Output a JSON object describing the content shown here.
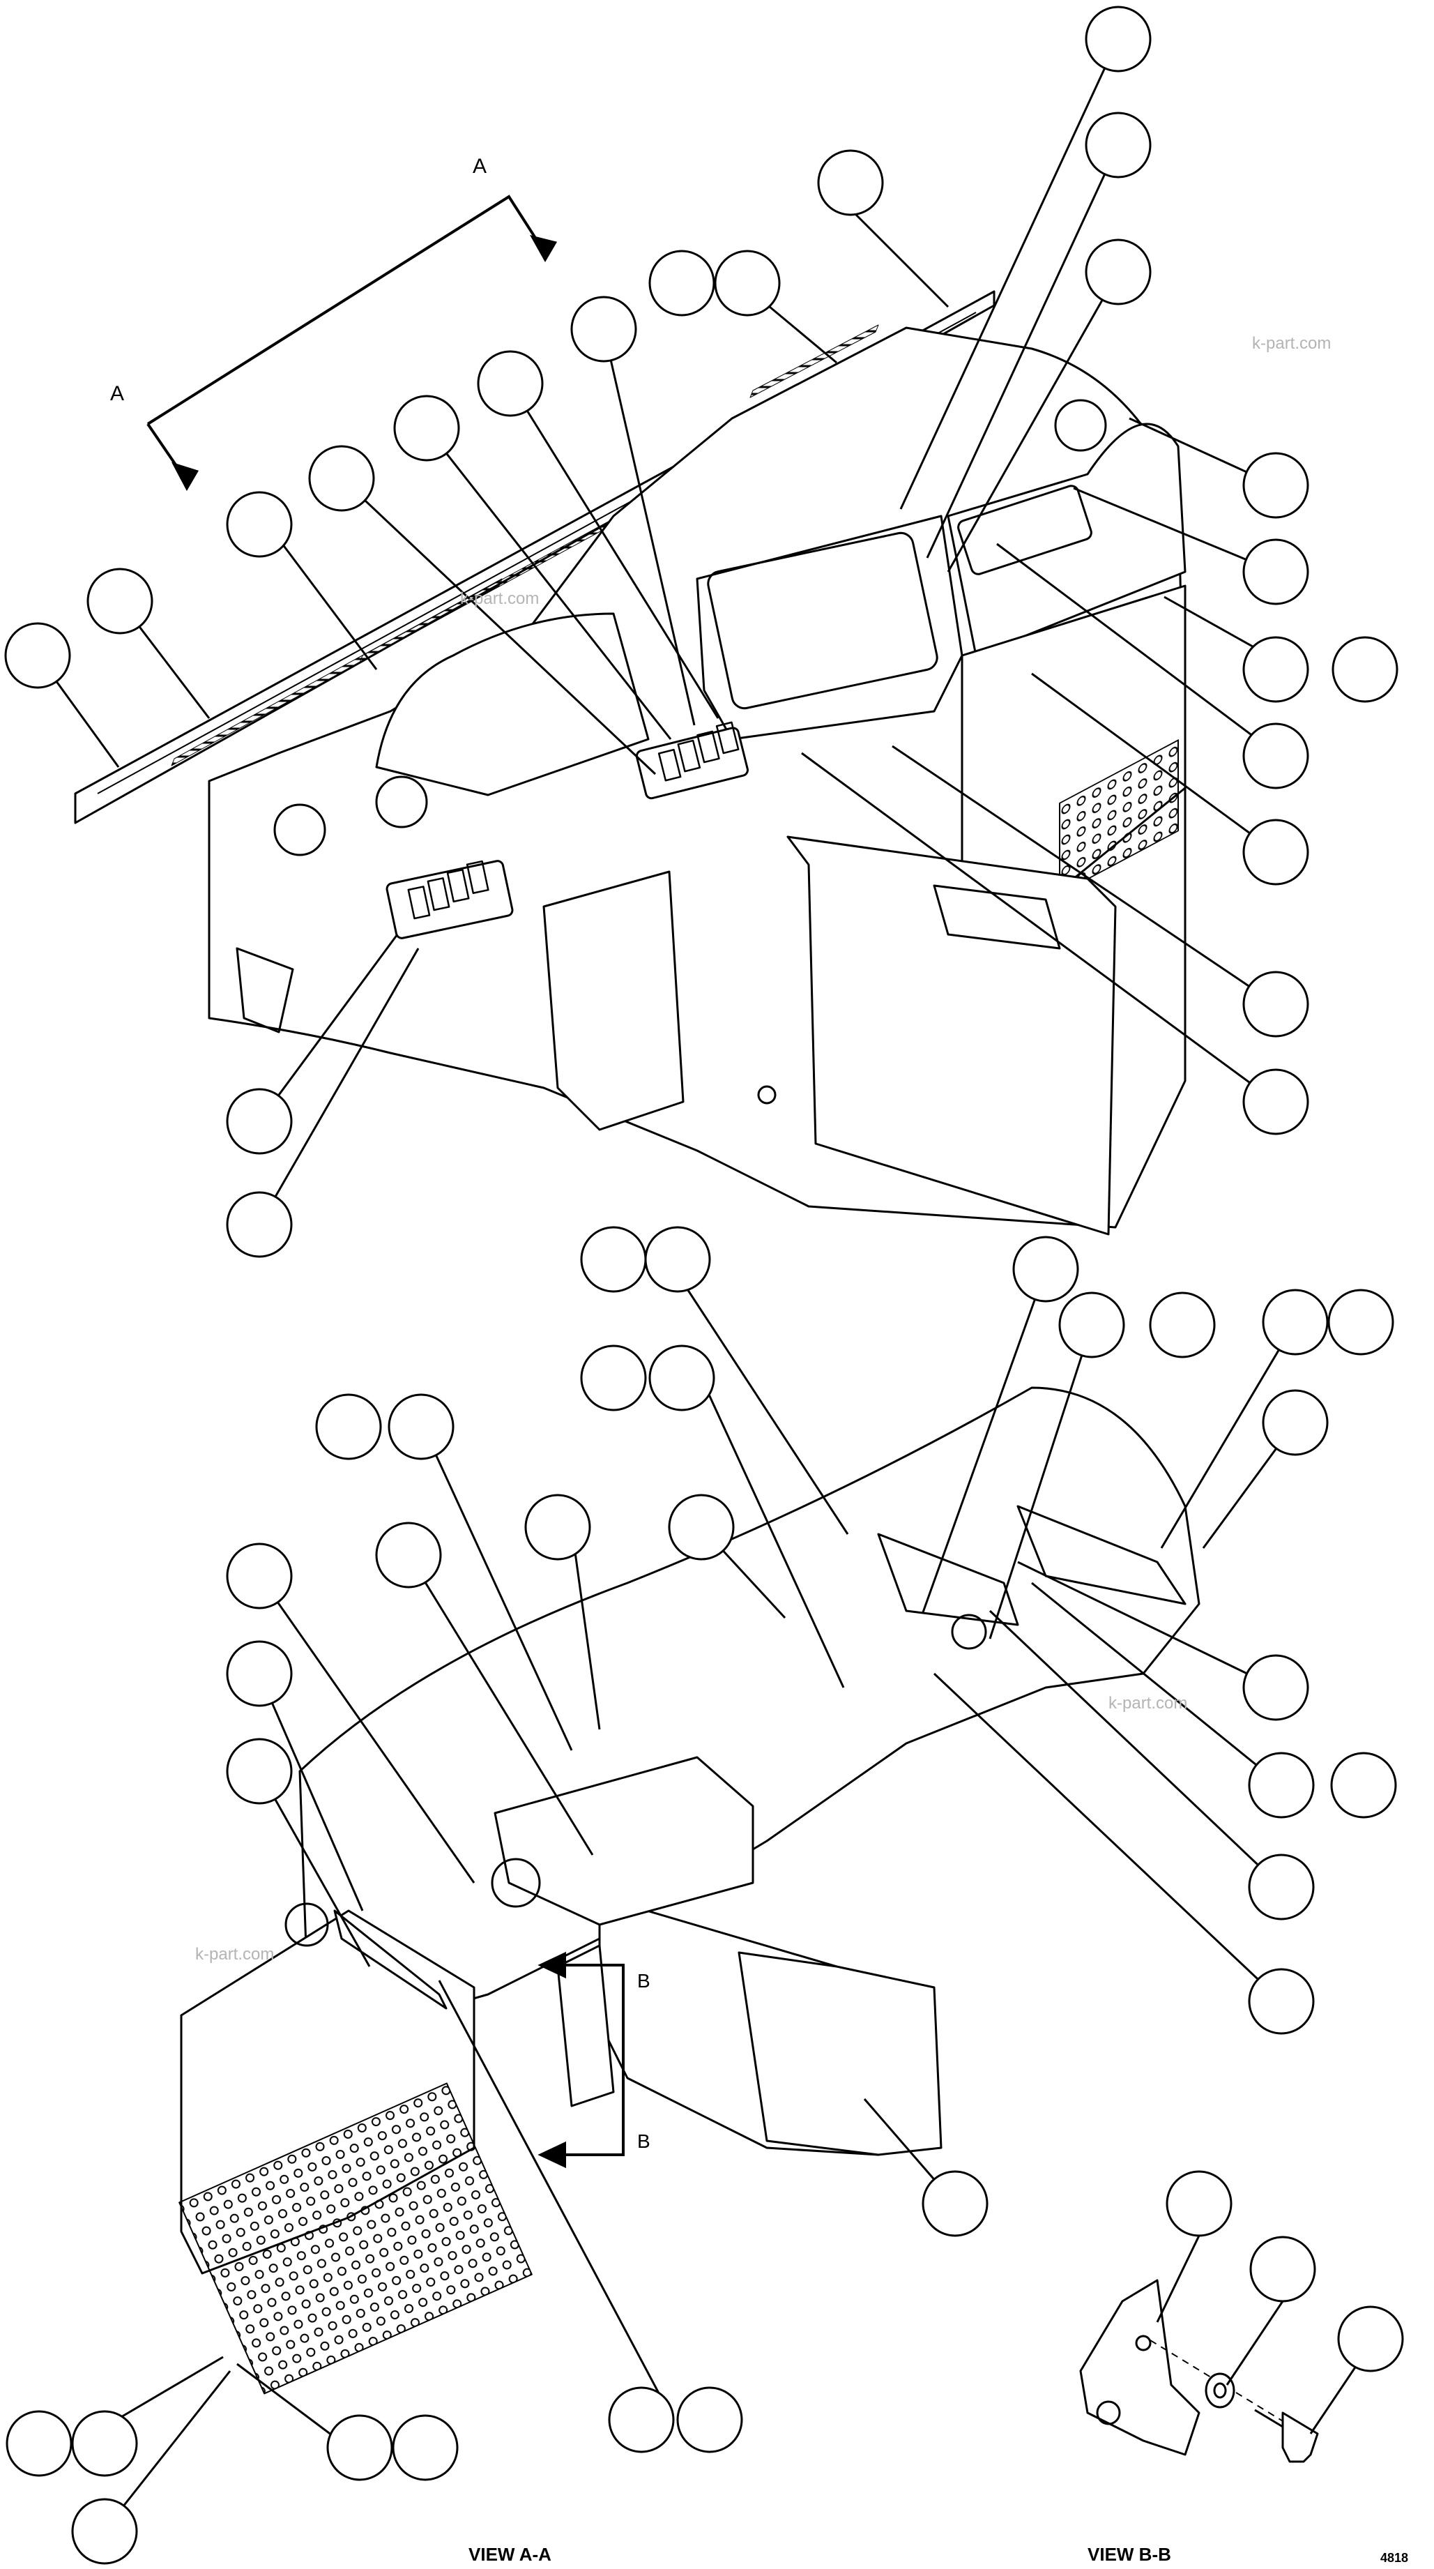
{
  "section_marker": "A",
  "detail_marker": "B",
  "views": {
    "view_aa": "VIEW A-A",
    "view_bb": "VIEW B-B"
  },
  "watermark": "k-part.com",
  "drawing_number": "4818"
}
